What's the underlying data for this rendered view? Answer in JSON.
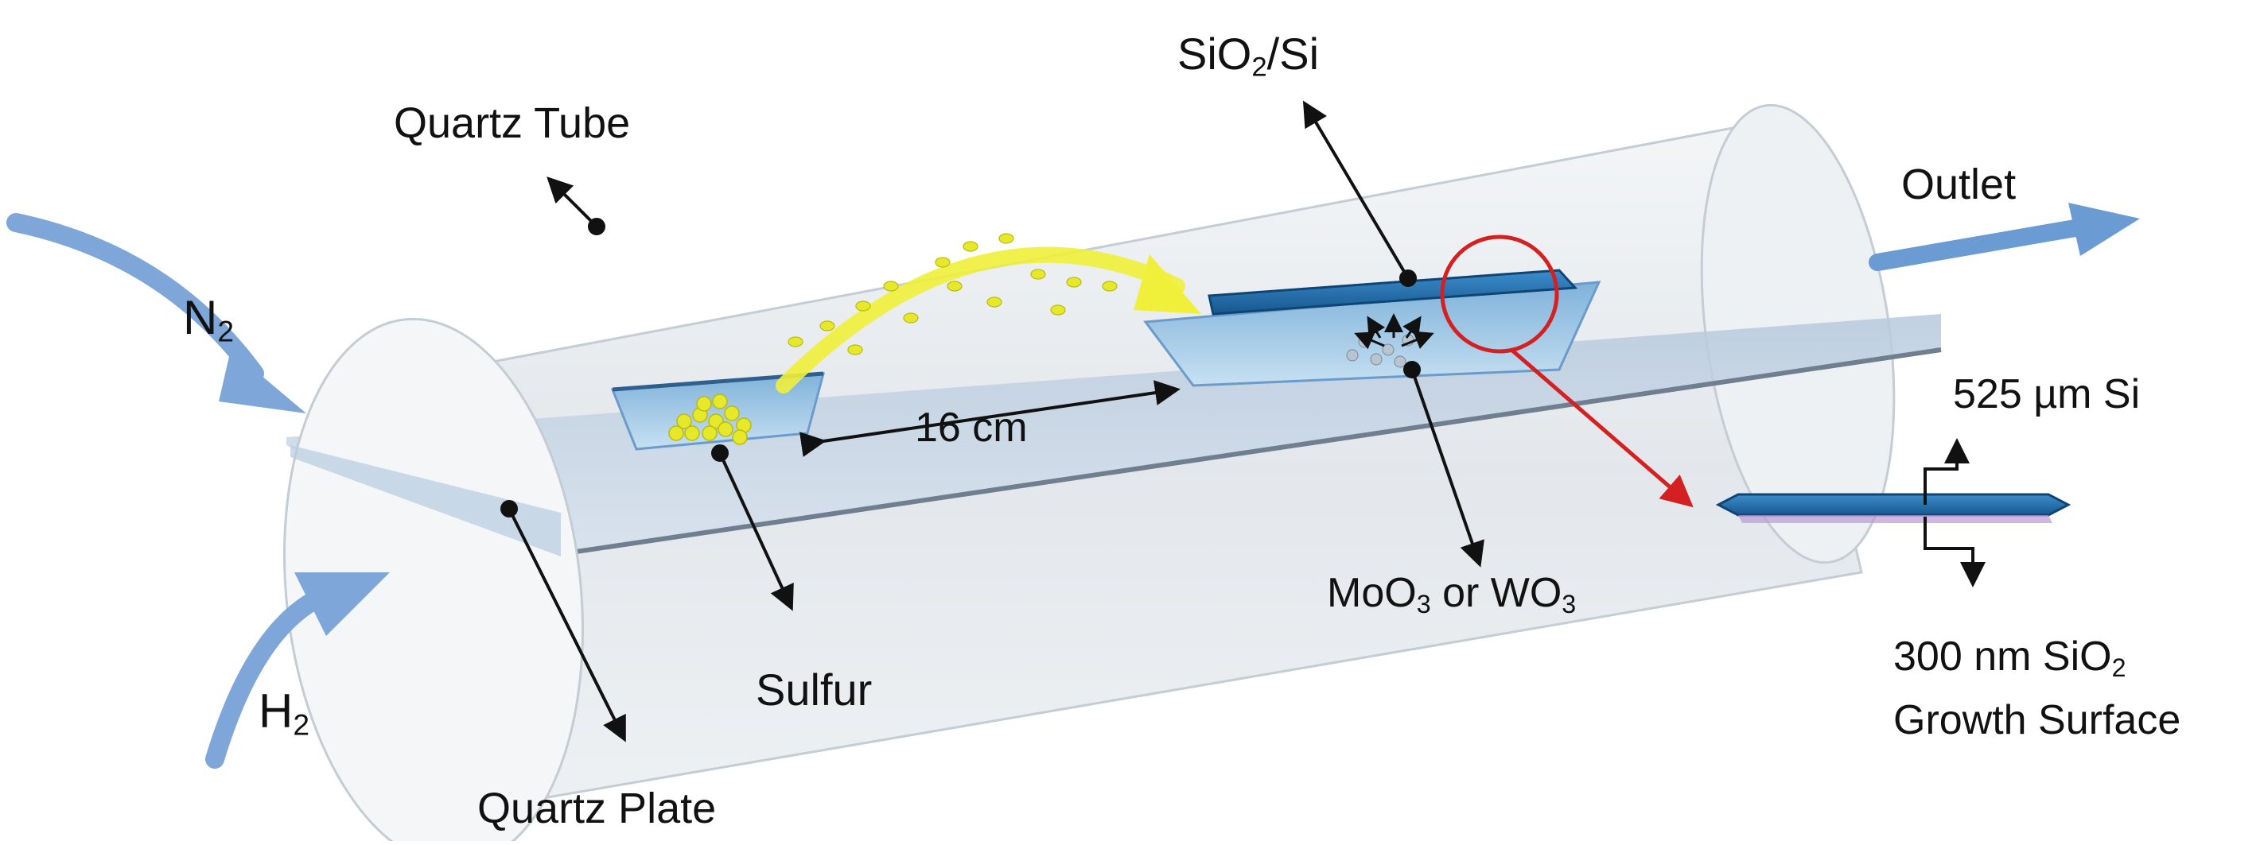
{
  "labels": {
    "quartz_tube": "Quartz Tube",
    "quartz_plate": "Quartz Plate",
    "n2": {
      "base": "N",
      "sub": "2"
    },
    "h2": {
      "base": "H",
      "sub": "2"
    },
    "sulfur": "Sulfur",
    "distance": "16 cm",
    "substrate": {
      "a": "SiO",
      "sub": "2",
      "b": "/Si"
    },
    "precursor": {
      "a": "MoO",
      "sub1": "3",
      "mid": " or WO",
      "sub2": "3"
    },
    "outlet": "Outlet",
    "si_thickness": "525 µm Si",
    "oxide_thickness": {
      "a": "300 nm SiO",
      "sub": "2"
    },
    "growth_surface": "Growth Surface"
  },
  "colors": {
    "gas_arrow": "#7ea6d8",
    "tube_fill": "#e8ecf0",
    "tube_edge": "#c4ccd4",
    "boat": "#9cc6e6",
    "wafer": "#1f6fb2",
    "sulfur": "#e6e82a",
    "highlight_circle": "#d42020",
    "pointer": "#111111"
  }
}
